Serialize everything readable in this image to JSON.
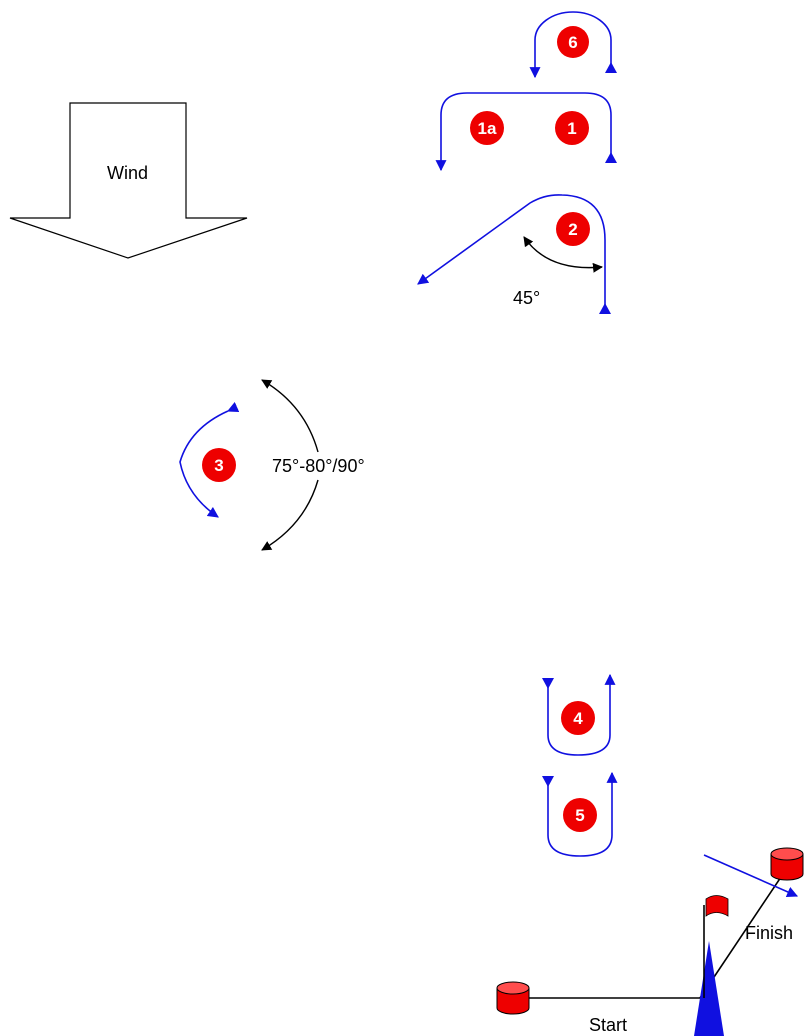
{
  "wind": {
    "label": "Wind"
  },
  "angles": {
    "mark2": "45°",
    "mark3": "75°-80°/90°"
  },
  "marks": {
    "m6": "6",
    "m1a": "1a",
    "m1": "1",
    "m2": "2",
    "m3": "3",
    "m4": "4",
    "m5": "5"
  },
  "course": {
    "start": "Start",
    "finish": "Finish"
  },
  "colors": {
    "path": "#1010e0",
    "mark": "#ee0000",
    "line": "#000000"
  }
}
